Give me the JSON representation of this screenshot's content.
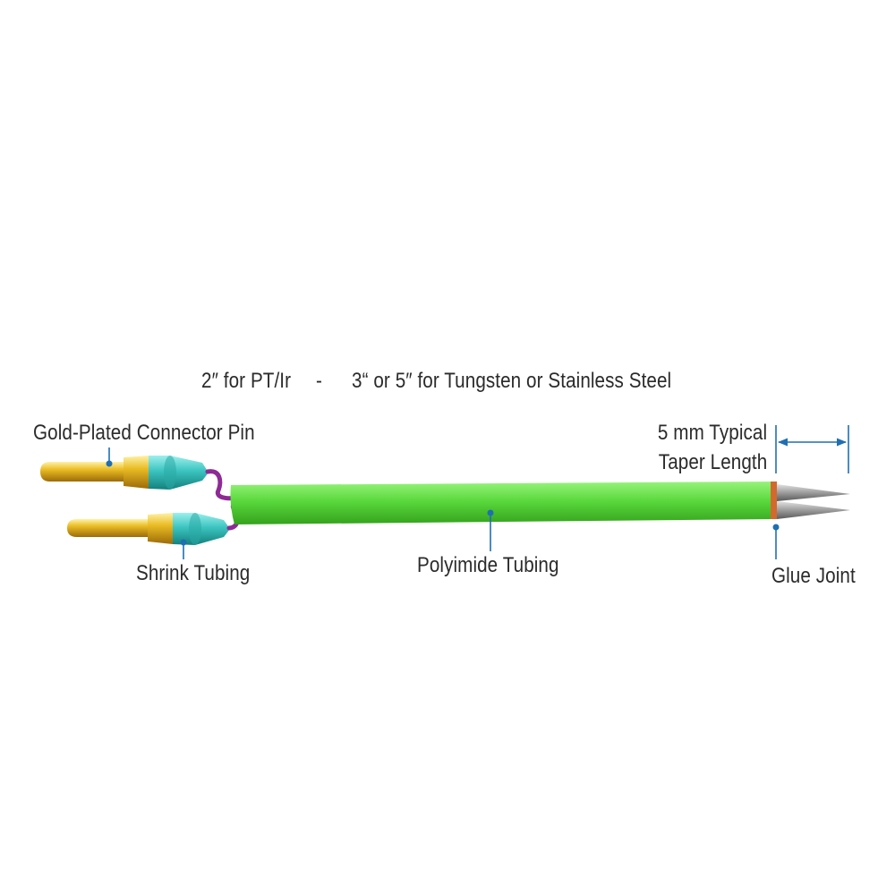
{
  "header": {
    "length_pt_ir": "2″ for PT/Ir",
    "separator": "-",
    "length_tungsten_steel": "3“ or 5″ for Tungsten or Stainless Steel"
  },
  "labels": {
    "connector_pin": "Gold-Plated Connector Pin",
    "shrink_tubing": "Shrink Tubing",
    "polyimide_tubing": "Polyimide Tubing",
    "taper_line1": "5 mm Typical",
    "taper_line2": "Taper Length",
    "glue_joint": "Glue Joint"
  },
  "colors": {
    "callout": "#1f6fb2",
    "tubing": "#57d93b",
    "shrink_tubing": "#3cc4c0",
    "connector_pin": "#e6b51c",
    "wire": "#8e2a96",
    "glue": "#d2692d",
    "electrode_tip": "#a8a8a8"
  }
}
